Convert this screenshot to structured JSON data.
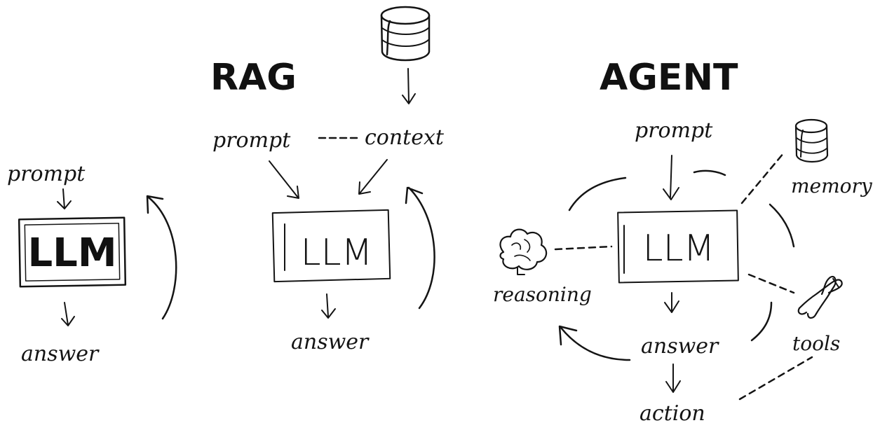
{
  "llm": {
    "box_label": "LLM",
    "prompt": "prompt",
    "answer": "answer"
  },
  "rag": {
    "title": "RAG",
    "prompt": "prompt",
    "context": "context",
    "box_label": "LLM",
    "answer": "answer",
    "database_icon": "database-icon"
  },
  "agent": {
    "title": "AGENT",
    "prompt": "prompt",
    "box_label": "LLM",
    "answer": "answer",
    "memory": "memory",
    "reasoning": "reasoning",
    "tools": "tools",
    "action": "action",
    "memory_icon": "database-icon",
    "reasoning_icon": "brain-icon",
    "tools_icon": "pliers-icon"
  },
  "colors": {
    "ink": "#141414",
    "background": "#ffffff"
  }
}
